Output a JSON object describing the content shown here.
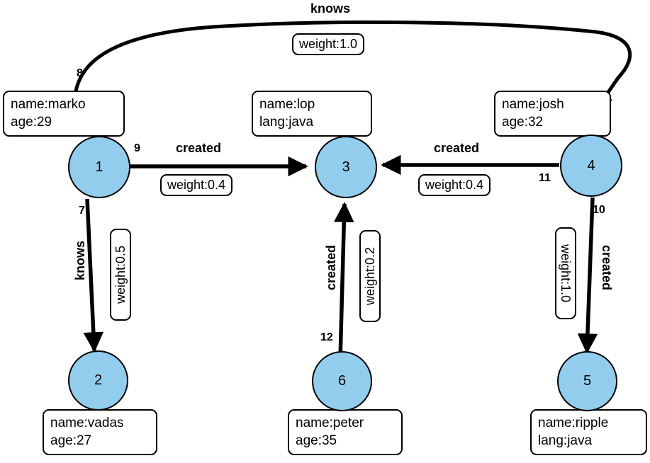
{
  "graph": {
    "title": "property-graph",
    "node_fill": "#92CDEE",
    "node_stroke": "#000000",
    "edge_color": "#000000",
    "background": "#ffffff",
    "nodes": [
      {
        "id": "1",
        "label": "1",
        "props": [
          "name:marko",
          "age:29"
        ]
      },
      {
        "id": "2",
        "label": "2",
        "props": [
          "name:vadas",
          "age:27"
        ]
      },
      {
        "id": "3",
        "label": "3",
        "props": [
          "name:lop",
          "lang:java"
        ]
      },
      {
        "id": "4",
        "label": "4",
        "props": [
          "name:josh",
          "age:32"
        ]
      },
      {
        "id": "5",
        "label": "5",
        "props": [
          "name:ripple",
          "lang:java"
        ]
      },
      {
        "id": "6",
        "label": "6",
        "props": [
          "name:peter",
          "age:35"
        ]
      }
    ],
    "edges": [
      {
        "id": "8",
        "from": "1",
        "to": "4",
        "label": "knows",
        "weight": "weight:1.0"
      },
      {
        "id": "9",
        "from": "1",
        "to": "3",
        "label": "created",
        "weight": "weight:0.4"
      },
      {
        "id": "7",
        "from": "1",
        "to": "2",
        "label": "knows",
        "weight": "weight:0.5"
      },
      {
        "id": "11",
        "from": "4",
        "to": "3",
        "label": "created",
        "weight": "weight:0.4"
      },
      {
        "id": "10",
        "from": "4",
        "to": "5",
        "label": "created",
        "weight": "weight:1.0"
      },
      {
        "id": "12",
        "from": "6",
        "to": "3",
        "label": "created",
        "weight": "weight:0.2"
      }
    ]
  }
}
